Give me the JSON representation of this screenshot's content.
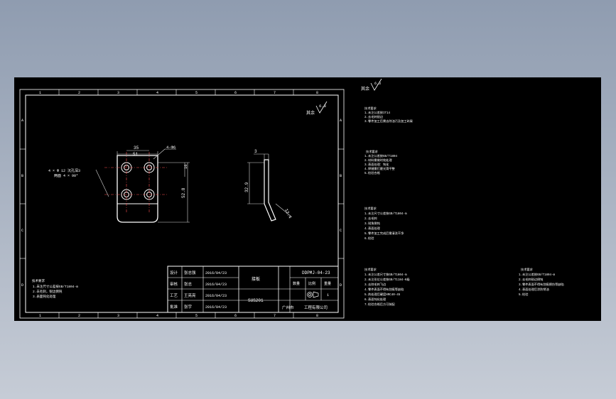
{
  "drawing": {
    "drawing_number": "DDPMJ-04-23",
    "material": "SUS201",
    "title_block": {
      "row_labels": [
        "设计",
        "审核",
        "工艺",
        "批准"
      ],
      "name_cells": [
        "张志强",
        "张志",
        "王亮亮",
        "张宇"
      ],
      "date_cells": [
        "2016/04/23",
        "2016/04/23",
        "2016/04/23",
        "2016/04/23"
      ],
      "part_name": "接板",
      "scale_headers": [
        "数量",
        "比例",
        "重量"
      ],
      "scale_value": "1",
      "company": "广州市",
      "company_suffix": "工程有限公司"
    },
    "roughness_label": "其余",
    "roughness_value": "6.3",
    "roughness_right_label": "其余",
    "roughness_right_value": "6.3",
    "front_view": {
      "dim_top_outer": "35",
      "dim_top_inner": "51",
      "dim_hole_note": "4-Φ6",
      "dim_side_top": "16",
      "dim_side_total": "52.8",
      "hole_callout_line1": "4 × Φ 12 沉孔深3",
      "hole_callout_line2": "两面 4 × 90°"
    },
    "side_view": {
      "dim_thickness": "3",
      "dim_height": "32.9",
      "dim_bend": "12.4"
    },
    "notes_title": "技术要求",
    "notes_lines": [
      "1.未注尺寸公差按GB/T1804-m",
      "2.去毛刺，锐边倒钝",
      "3.表面钝化处理"
    ],
    "border_numbers_top": [
      "1",
      "2",
      "3",
      "4",
      "5",
      "6",
      "7",
      "8"
    ],
    "border_letters_side": [
      "A",
      "B",
      "C",
      "D"
    ],
    "right_notes": [
      {
        "title": "技术要求",
        "lines": [
          "1.未注公差按IT14",
          "2.去毛刺锐边",
          "3.零件加工后需去除油污及加工碎屑"
        ]
      },
      {
        "title": "技术要求",
        "lines": [
          "1.未注公差按GB/T1804",
          "2.材料需做时效处理",
          "3.表面处理：钝化",
          "4.焊缝需打磨光滑平整",
          "5.检验合格"
        ]
      },
      {
        "title": "技术要求",
        "lines": [
          "1.未注尺寸公差按GB/T1804-m",
          "2.去毛刺",
          "3.锐角倒钝",
          "4.表面处理",
          "5.零件加工完成后需清洗干净",
          "6.检验"
        ]
      },
      {
        "title": "技术要求",
        "lines": [
          "1.未注公差尺寸按GB/T1804-m",
          "2.未注形位公差按GB/T1184-K级",
          "3.去除毛刺飞边",
          "4.零件表面不得有划痕等缺陷",
          "5.热处理后硬度HRC40-45",
          "6.表面钝化处理",
          "7.检验合格后方可装配"
        ]
      },
      {
        "title": "技术要求",
        "lines": [
          "1.未注公差按GB/T1804-m",
          "2.去毛刺锐边倒钝",
          "3.零件表面不得有划痕擦伤等缺陷",
          "4.表面处理后涂防锈油",
          "5.检验"
        ]
      }
    ]
  }
}
